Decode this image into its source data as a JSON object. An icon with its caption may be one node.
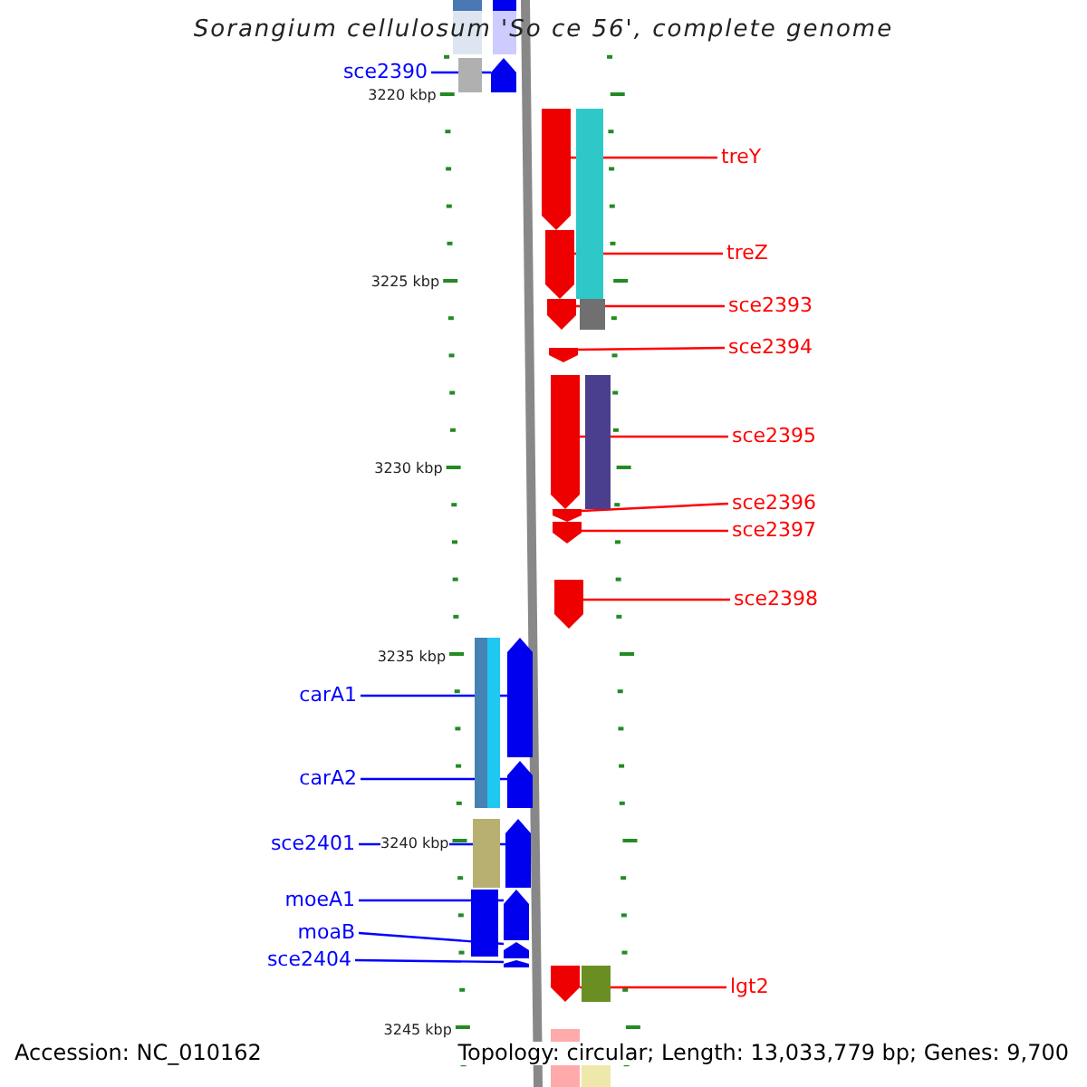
{
  "diagram": {
    "title": "Sorangium cellulosum 'So ce 56', complete genome",
    "nodes": [
      {
        "text": [
          "sce2390"
        ]
      },
      {
        "text": [],
        "shape": "arrow"
      },
      {
        "text": [
          "treY"
        ]
      },
      {
        "text": [],
        "shape": "arrow"
      },
      {
        "text": [
          "treZ"
        ]
      },
      {
        "text": [],
        "shape": "arrow"
      },
      {
        "text": [
          "sce2393"
        ]
      },
      {
        "text": [],
        "shape": "arrow"
      },
      {
        "text": [
          "sce2394"
        ]
      },
      {
        "text": [],
        "shape": "arrow"
      },
      {
        "text": [
          "sce2395"
        ]
      },
      {
        "text": [],
        "shape": "arrow"
      },
      {
        "text": [
          "sce2396"
        ]
      },
      {
        "text": [],
        "shape": "arrow"
      },
      {
        "text": [
          "sce2397"
        ]
      },
      {
        "text": [],
        "shape": "arrow"
      },
      {
        "text": [
          "sce2398"
        ]
      },
      {
        "text": [],
        "shape": "arrow"
      },
      {
        "text": [
          "carA1"
        ]
      },
      {
        "text": [],
        "shape": "arrow"
      },
      {
        "text": [
          "carA2"
        ]
      },
      {
        "text": [],
        "shape": "arrow"
      },
      {
        "text": [
          "sce2401"
        ]
      },
      {
        "text": [],
        "shape": "arrow"
      },
      {
        "text": [
          "moeA1"
        ]
      },
      {
        "text": [],
        "shape": "arrow"
      },
      {
        "text": [
          "moaB"
        ]
      },
      {
        "text": [],
        "shape": "arrow"
      },
      {
        "text": [
          "sce2404"
        ]
      },
      {
        "text": [],
        "shape": "arrow"
      },
      {
        "text": [
          "lgt2"
        ]
      },
      {
        "text": [],
        "shape": "arrow"
      }
    ],
    "edges": [
      {
        "from": 0,
        "to": 1,
        "arrow": "none",
        "color": "#0000ff"
      },
      {
        "from": 2,
        "to": 3,
        "arrow": "none"
      },
      {
        "from": 4,
        "to": 5,
        "arrow": "none"
      },
      {
        "from": 6,
        "to": 7,
        "arrow": "none"
      },
      {
        "from": 8,
        "to": 9,
        "arrow": "none"
      },
      {
        "from": 10,
        "to": 11,
        "arrow": "none"
      },
      {
        "from": 12,
        "to": 13,
        "arrow": "none"
      },
      {
        "from": 14,
        "to": 15,
        "arrow": "none"
      },
      {
        "from": 16,
        "to": 17,
        "arrow": "none"
      },
      {
        "from": 18,
        "to": 19,
        "arrow": "none",
        "color": "#0000ff"
      },
      {
        "from": 20,
        "to": 21,
        "arrow": "none",
        "color": "#0000ff"
      },
      {
        "from": 22,
        "to": 23,
        "arrow": "none",
        "color": "#0000ff"
      },
      {
        "from": 24,
        "to": 25,
        "arrow": "none",
        "color": "#0000ff"
      },
      {
        "from": 26,
        "to": 27,
        "arrow": "none",
        "color": "#0000ff"
      },
      {
        "from": 28,
        "to": 29,
        "arrow": "none",
        "color": "#0000ff"
      },
      {
        "from": 30,
        "to": 31,
        "arrow": "none"
      }
    ],
    "labels": [
      "3220 kbp",
      "3225 kbp",
      "3230 kbp",
      "3235 kbp",
      "3240 kbp",
      "3245 kbp",
      "Accession: NC_010162",
      "Topology: circular; Length: 13,033,779 bp; Genes: 9,700"
    ]
  }
}
